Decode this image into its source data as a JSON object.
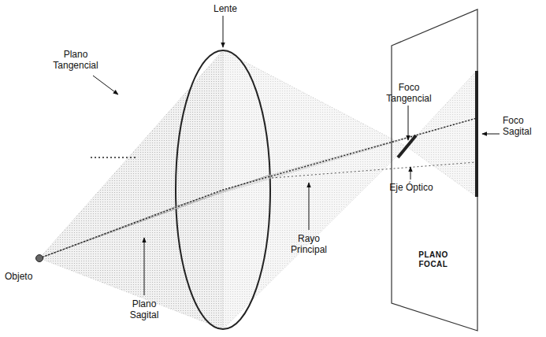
{
  "diagram": {
    "nodes": [
      {
        "text": [
          "PLANO FOCAL"
        ]
      }
    ],
    "labels": [
      "Lente",
      "Plano Tangencial",
      "Foco Tangencial",
      "Foco Sagital",
      "Eje Óptico",
      "Objeto",
      "Rayo Principal",
      "Plano Sagital"
    ]
  }
}
